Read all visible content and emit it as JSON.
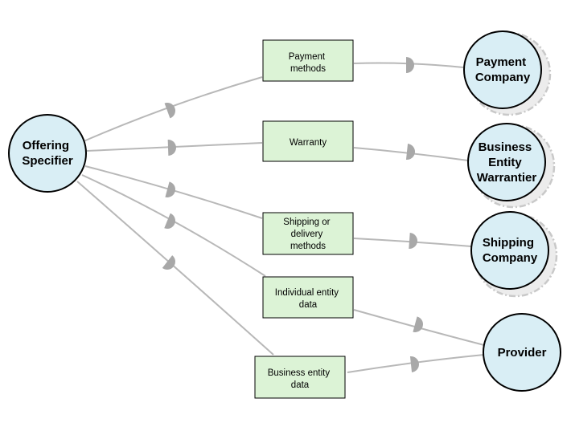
{
  "colors": {
    "circle_fill": "#d9eef5",
    "circle_stroke": "#000000",
    "box_fill": "#dcf3d6",
    "box_stroke": "#000000",
    "edge": "#b8b8b8",
    "cap": "#a8a8a8",
    "shadow": "#c9c9c9"
  },
  "nodes": {
    "offering_specifier": {
      "lines": [
        "Offering",
        "Specifier"
      ]
    },
    "payment_company": {
      "lines": [
        "Payment",
        "Company"
      ]
    },
    "business_entity_warrantier": {
      "lines": [
        "Business",
        "Entity",
        "Warrantier"
      ]
    },
    "shipping_company": {
      "lines": [
        "Shipping",
        "Company"
      ]
    },
    "provider": {
      "lines": [
        "Provider"
      ]
    }
  },
  "boxes": {
    "payment_methods": {
      "lines": [
        "Payment",
        "methods"
      ]
    },
    "warranty": {
      "lines": [
        "Warranty"
      ]
    },
    "shipping_methods": {
      "lines": [
        "Shipping or",
        "delivery",
        "methods"
      ]
    },
    "individual_entity_data": {
      "lines": [
        "Individual entity",
        "data"
      ]
    },
    "business_entity_data": {
      "lines": [
        "Business entity",
        "data"
      ]
    }
  }
}
